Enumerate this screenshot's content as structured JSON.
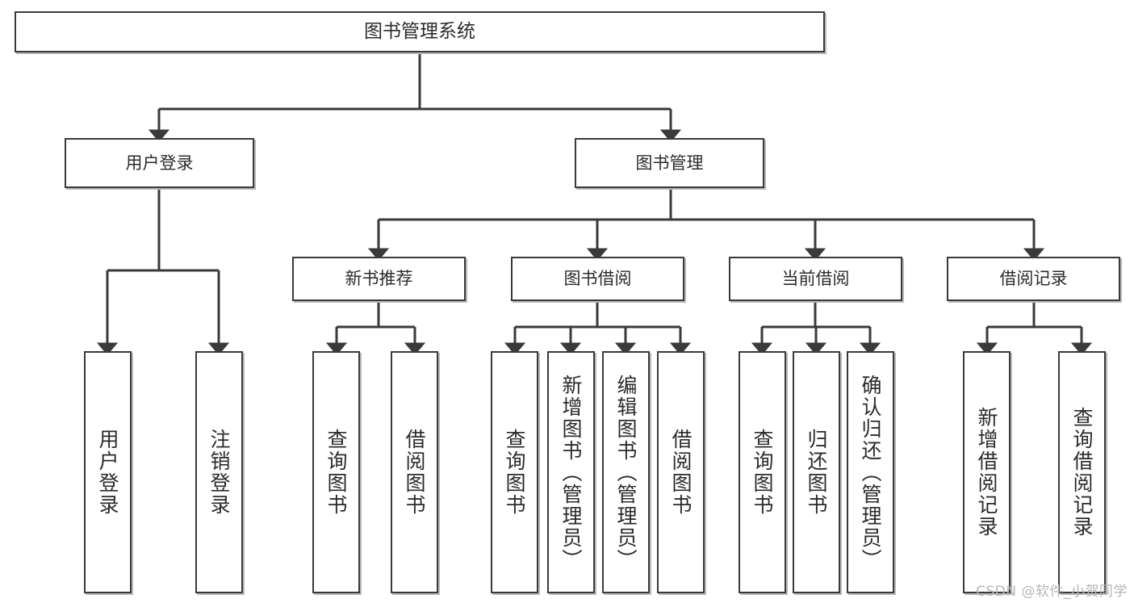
{
  "diagram": {
    "title": "图书管理系统",
    "type": "hierarchy-tree",
    "colors": {
      "box_border": "#3a3a3a",
      "box_fill": "#ffffff",
      "connector": "#3a3a3a",
      "shadow": "#b9b9b9",
      "text": "#2b2b2b",
      "watermark": "#b6b6b6"
    },
    "levels": {
      "root": {
        "label": "图书管理系统"
      },
      "level2": [
        {
          "id": "user-login",
          "label": "用户登录"
        },
        {
          "id": "book-management",
          "label": "图书管理"
        }
      ],
      "level3": [
        {
          "id": "new-book-recommend",
          "label": "新书推荐",
          "parent": "book-management"
        },
        {
          "id": "book-borrow",
          "label": "图书借阅",
          "parent": "book-management"
        },
        {
          "id": "current-borrow",
          "label": "当前借阅",
          "parent": "book-management"
        },
        {
          "id": "borrow-record",
          "label": "借阅记录",
          "parent": "book-management"
        }
      ],
      "leaves": [
        {
          "id": "leaf-user-login",
          "label": "用户登录",
          "parent": "user-login"
        },
        {
          "id": "leaf-user-logout",
          "label": "注销登录",
          "parent": "user-login"
        },
        {
          "id": "leaf-query-book-1",
          "label": "查询图书",
          "parent": "new-book-recommend"
        },
        {
          "id": "leaf-borrow-book-1",
          "label": "借阅图书",
          "parent": "new-book-recommend"
        },
        {
          "id": "leaf-query-book-2",
          "label": "查询图书",
          "parent": "book-borrow"
        },
        {
          "id": "leaf-add-book",
          "label": "新增图书（管理员）",
          "parent": "book-borrow"
        },
        {
          "id": "leaf-edit-book",
          "label": "编辑图书（管理员）",
          "parent": "book-borrow"
        },
        {
          "id": "leaf-borrow-book-2",
          "label": "借阅图书",
          "parent": "book-borrow"
        },
        {
          "id": "leaf-query-book-3",
          "label": "查询图书",
          "parent": "current-borrow"
        },
        {
          "id": "leaf-return-book",
          "label": "归还图书",
          "parent": "current-borrow"
        },
        {
          "id": "leaf-confirm-return",
          "label": "确认归还（管理员）",
          "parent": "current-borrow"
        },
        {
          "id": "leaf-add-record",
          "label": "新增借阅记录",
          "parent": "borrow-record"
        },
        {
          "id": "leaf-query-record",
          "label": "查询借阅记录",
          "parent": "borrow-record"
        }
      ]
    }
  },
  "watermark": {
    "text": "CSDN @软件_小贺同学"
  }
}
